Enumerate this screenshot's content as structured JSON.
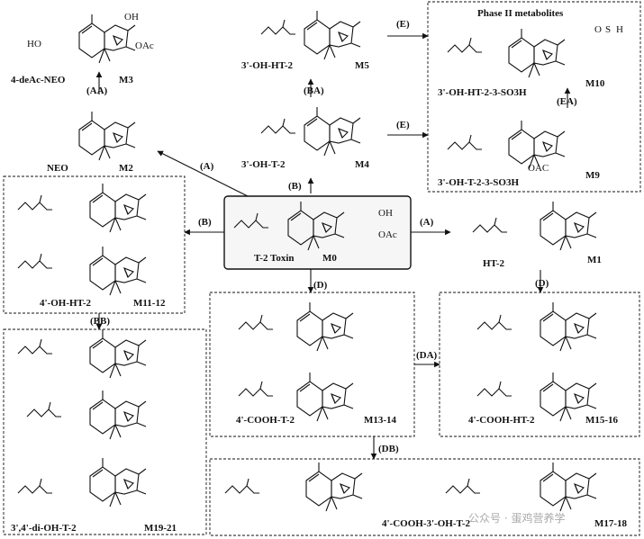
{
  "phase_ii_title": "Phase II metabolites",
  "parent": {
    "name": "T-2 Toxin",
    "id": "M0"
  },
  "pathways": [
    "(A)",
    "(B)",
    "(D)",
    "(E)",
    "(AA)",
    "(BA)",
    "(BB)",
    "(DA)",
    "(DB)",
    "(EA)",
    "(A)",
    "(B)",
    "(D)",
    "(E)"
  ],
  "compounds": [
    {
      "name": "4-deAc-NEO",
      "id": "M3"
    },
    {
      "name": "NEO",
      "id": "M2"
    },
    {
      "name": "3'-OH-HT-2",
      "id": "M5"
    },
    {
      "name": "3'-OH-T-2",
      "id": "M4"
    },
    {
      "name": "3'-OH-HT-2-3-SO3H",
      "id": "M10"
    },
    {
      "name": "3'-OH-T-2-3-SO3H",
      "id": "M9"
    },
    {
      "name": "HT-2",
      "id": "M1"
    },
    {
      "name": "4'-OH-HT-2",
      "id": "M11-12"
    },
    {
      "name": "4'-COOH-T-2",
      "id": "M13-14"
    },
    {
      "name": "4'-COOH-HT-2",
      "id": "M15-16"
    },
    {
      "name": "3',4'-di-OH-T-2",
      "id": "M19-21"
    },
    {
      "name": "4'-COOH-3'-OH-T-2",
      "id": "M17-18"
    }
  ],
  "atoms": {
    "oh": "OH",
    "oac": "OAc",
    "ho": "HO",
    "oac2": "OAC",
    "o": "O",
    "s": "S",
    "h": "H"
  },
  "watermark": "公众号 · 蛋鸡营养学"
}
